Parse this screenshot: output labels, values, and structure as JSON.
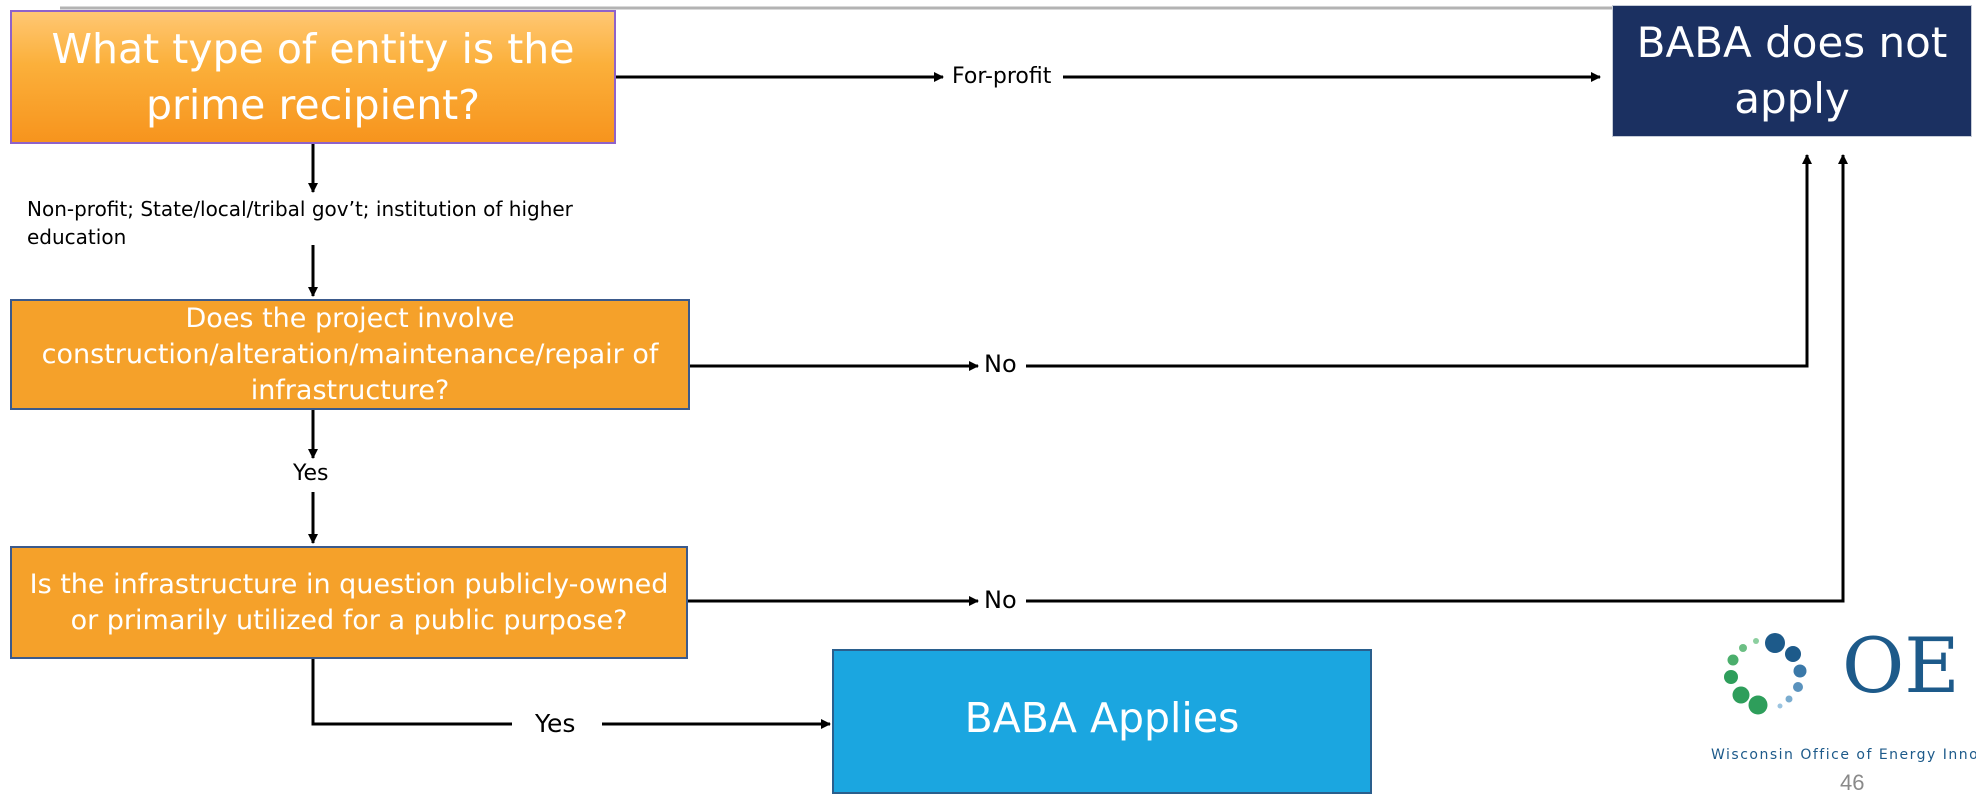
{
  "nodes": {
    "entity_question": "What type of entity is the prime recipient?",
    "infrastructure_question": "Does the project involve construction/alteration/maintenance/repair of infrastructure?",
    "public_question": "Is the infrastructure in question publicly-owned or primarily utilized for a public purpose?",
    "baba_not_apply": "BABA does not apply",
    "baba_applies": "BABA Applies"
  },
  "edges": {
    "for_profit": "For-profit",
    "non_profit": "Non-profit; State/local/tribal gov’t; institution of higher education",
    "no_infrastructure": "No",
    "yes_infrastructure": "Yes",
    "no_public": "No",
    "yes_public": "Yes"
  },
  "logo": {
    "letters": "OE",
    "caption": "Wisconsin Office of Energy Innovation"
  },
  "page_number": "46",
  "colors": {
    "question_box": "#f5a12a",
    "not_apply_box": "#1b3061",
    "applies_box": "#1ba6e0",
    "logo_blue": "#1d5a8a",
    "logo_green": "#2e9e5b"
  }
}
